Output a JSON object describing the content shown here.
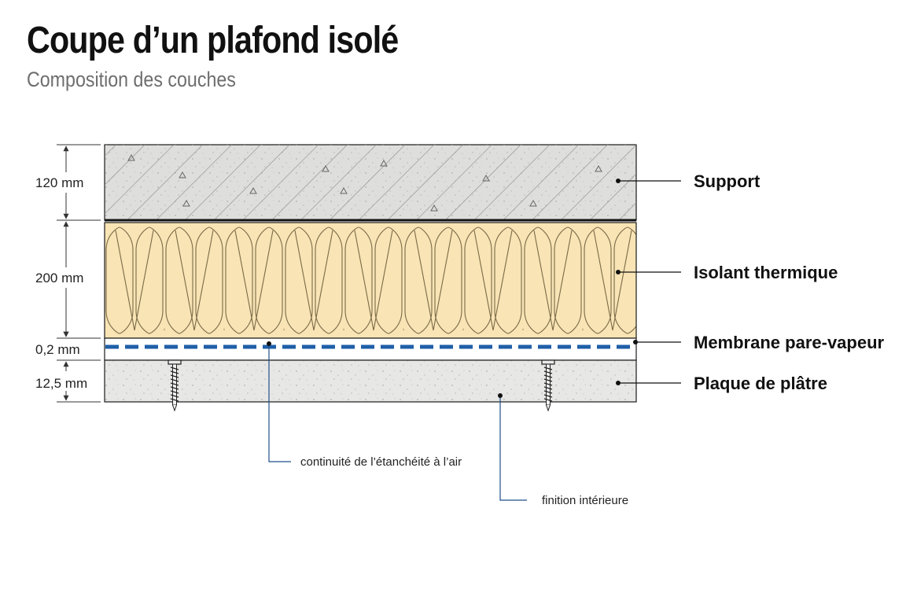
{
  "title": "Coupe d’un plafond isolé",
  "subtitle": "Composition des couches",
  "layers": [
    {
      "name": "Support",
      "thickness": "120 mm",
      "material": "concrete"
    },
    {
      "name": "Isolant thermique",
      "thickness": "200 mm",
      "material": "mineral-wool"
    },
    {
      "name": "Membrane pare-vapeur",
      "thickness": "0,2 mm",
      "material": "vapour-membrane"
    },
    {
      "name": "Plaque de plâtre",
      "thickness": "12,5 mm",
      "material": "plasterboard"
    }
  ],
  "annotations": [
    {
      "text": "continuité de l’étanchéité à l’air"
    },
    {
      "text": "finition intérieure"
    }
  ],
  "colors": {
    "concrete": "#dededc",
    "insulation": "#f8e4b4",
    "membrane": "#1f5fa8",
    "plasterboard": "#e7e7e5",
    "leader_blue": "#1f4f8a",
    "outline": "#1a1a1a"
  },
  "icons": [
    "screw-icon",
    "dimension-arrow-icon",
    "leader-dot-icon"
  ]
}
